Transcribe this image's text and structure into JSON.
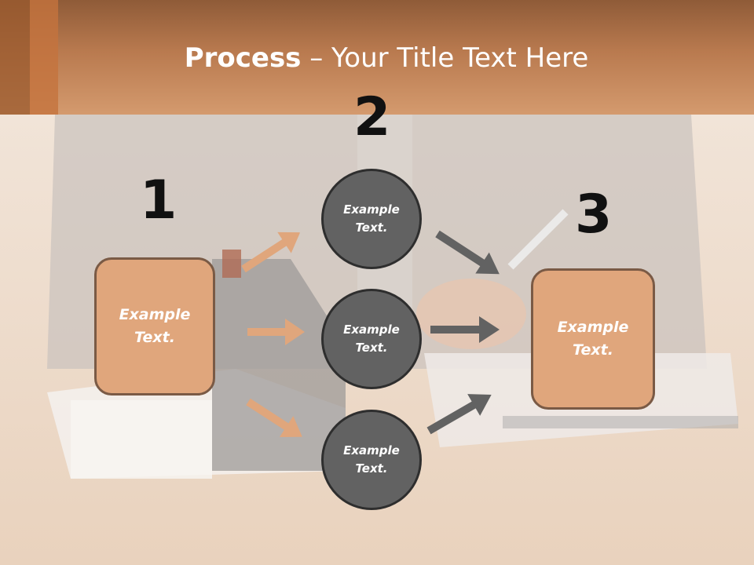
{
  "title": {
    "bold": "Process",
    "rest": " – Your Title Text Here"
  },
  "steps": [
    {
      "number": "1",
      "text_line1": "Example",
      "text_line2": "Text."
    },
    {
      "number": "2"
    },
    {
      "number": "3",
      "text_line1": "Example",
      "text_line2": "Text."
    }
  ],
  "circles": [
    {
      "text_line1": "Example",
      "text_line2": "Text."
    },
    {
      "text_line1": "Example",
      "text_line2": "Text."
    },
    {
      "text_line1": "Example",
      "text_line2": "Text."
    }
  ],
  "colors": {
    "accent": "#e0a67c",
    "circle": "#626262",
    "header": "#c4733d"
  }
}
